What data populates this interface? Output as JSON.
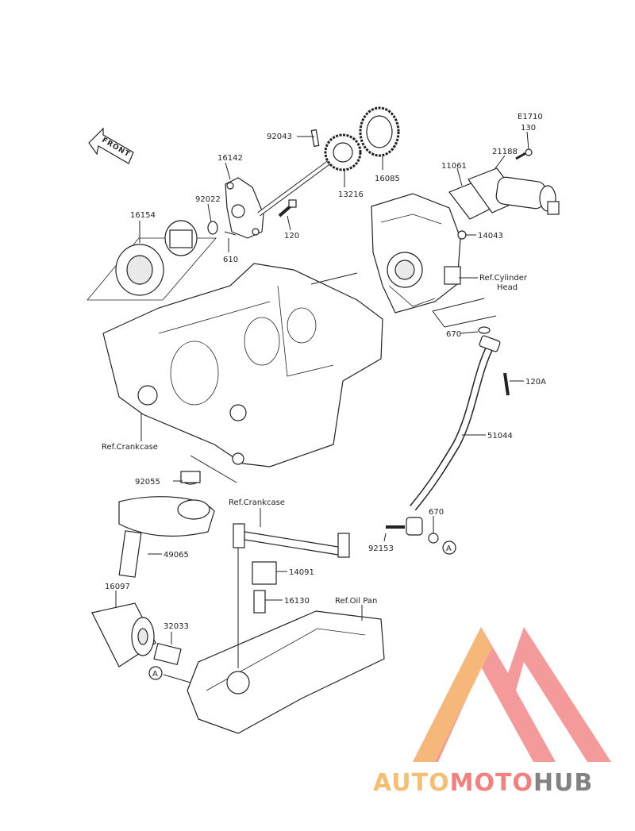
{
  "labels": {
    "front": "FRONT",
    "p92043": "92043",
    "p16142": "16142",
    "p92022": "92022",
    "p16154": "16154",
    "p610": "610",
    "p120": "120",
    "p13216": "13216",
    "p16085": "16085",
    "pE1710": "E1710",
    "p130": "130",
    "p21188": "21188",
    "p11061": "11061",
    "p14043": "14043",
    "ref_cyl_1": "Ref.Cylinder",
    "ref_cyl_2": "Head",
    "p670a": "670",
    "p120A": "120A",
    "p51044": "51044",
    "p670b": "670",
    "circleA1": "A",
    "p92153": "92153",
    "ref_crank1": "Ref.Crankcase",
    "p92055": "92055",
    "ref_crank2": "Ref.Crankcase",
    "p49065": "49065",
    "p14091": "14091",
    "p16097": "16097",
    "p16130": "16130",
    "ref_oilpan": "Ref.Oil Pan",
    "p32033": "32033",
    "circleA2": "A"
  },
  "watermark": {
    "part1": "AUTO",
    "part2": "MOTO",
    "part3": "HUB",
    "colors": {
      "orange": "#f5b35a",
      "red": "#ef6b6b",
      "gray": "#6d6d6d"
    }
  }
}
